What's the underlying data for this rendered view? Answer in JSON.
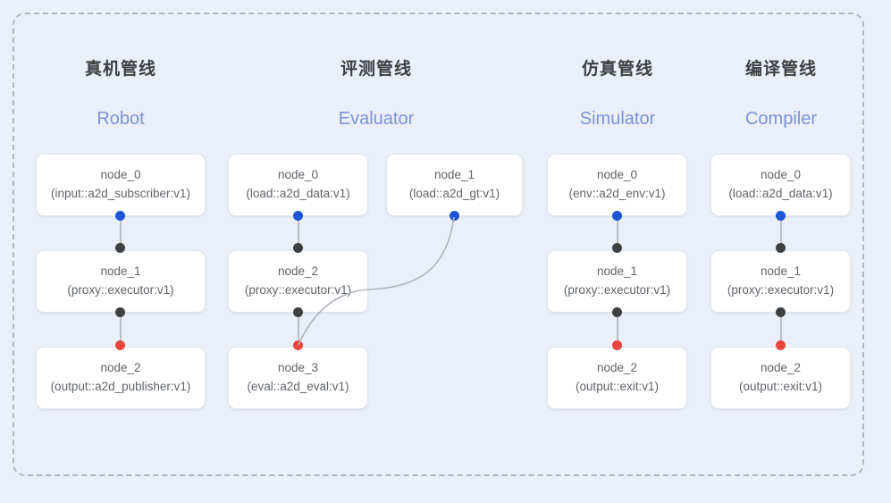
{
  "diagram": {
    "title_zh": "",
    "frame": "dashed-container",
    "colors": {
      "background": "#eaeff9",
      "node_fill": "#ffffff",
      "node_border": "#e3e6ec",
      "frame_border": "#aeb6c6",
      "header_zh": "#3c4043",
      "header_en": "#7b93d4",
      "dot_output": "#1a56d6",
      "dot_input": "#3c4043",
      "dot_terminal": "#e8453c",
      "edge": "#b9bdc4"
    }
  },
  "columns": [
    {
      "zh": "真机管线",
      "en": "Robot",
      "nodes": [
        {
          "id": "node_0",
          "signature": "(input::a2d_subscriber:v1)"
        },
        {
          "id": "node_1",
          "signature": "(proxy::executor:v1)"
        },
        {
          "id": "node_2",
          "signature": "(output::a2d_publisher:v1)"
        }
      ]
    },
    {
      "zh": "评测管线",
      "en": "Evaluator",
      "nodes": [
        {
          "id": "node_0",
          "signature": "(load::a2d_data:v1)"
        },
        {
          "id": "node_2",
          "signature": "(proxy::executor:v1)"
        },
        {
          "id": "node_3",
          "signature": "(eval::a2d_eval:v1)"
        }
      ],
      "side_nodes": [
        {
          "id": "node_1",
          "signature": "(load::a2d_gt:v1)"
        }
      ]
    },
    {
      "zh": "仿真管线",
      "en": "Simulator",
      "nodes": [
        {
          "id": "node_0",
          "signature": "(env::a2d_env:v1)"
        },
        {
          "id": "node_1",
          "signature": "(proxy::executor:v1)"
        },
        {
          "id": "node_2",
          "signature": "(output::exit:v1)"
        }
      ]
    },
    {
      "zh": "编译管线",
      "en": "Compiler",
      "nodes": [
        {
          "id": "node_0",
          "signature": "(load::a2d_data:v1)"
        },
        {
          "id": "node_1",
          "signature": "(proxy::executor:v1)"
        },
        {
          "id": "node_2",
          "signature": "(output::exit:v1)"
        }
      ]
    }
  ]
}
